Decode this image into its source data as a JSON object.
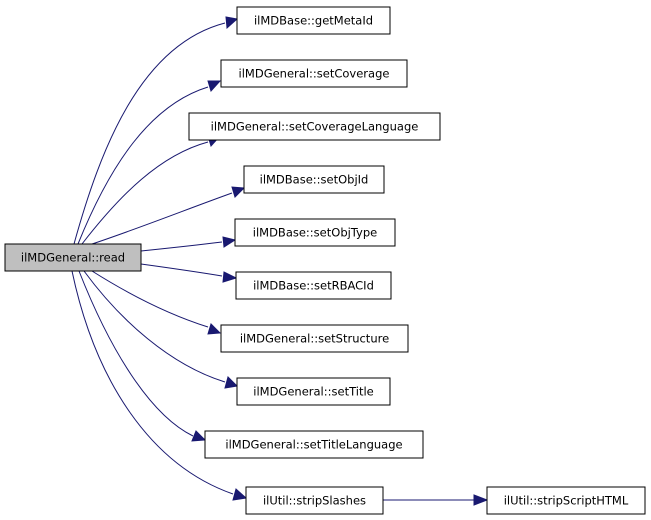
{
  "graph": {
    "edge_color": "#191970",
    "root_fill": "#bfbfbf",
    "node_fill": "#ffffff",
    "nodes": {
      "read": "ilMDGeneral::read",
      "get_meta_id": "ilMDBase::getMetaId",
      "set_coverage": "ilMDGeneral::setCoverage",
      "set_coverage_language": "ilMDGeneral::setCoverageLanguage",
      "set_obj_id": "ilMDBase::setObjId",
      "set_obj_type": "ilMDBase::setObjType",
      "set_rbac_id": "ilMDBase::setRBACId",
      "set_structure": "ilMDGeneral::setStructure",
      "set_title": "ilMDGeneral::setTitle",
      "set_title_language": "ilMDGeneral::setTitleLanguage",
      "strip_slashes": "ilUtil::stripSlashes",
      "strip_script_html": "ilUtil::stripScriptHTML"
    },
    "edges": [
      [
        "read",
        "get_meta_id"
      ],
      [
        "read",
        "set_coverage"
      ],
      [
        "read",
        "set_coverage_language"
      ],
      [
        "read",
        "set_obj_id"
      ],
      [
        "read",
        "set_obj_type"
      ],
      [
        "read",
        "set_rbac_id"
      ],
      [
        "read",
        "set_structure"
      ],
      [
        "read",
        "set_title"
      ],
      [
        "read",
        "set_title_language"
      ],
      [
        "read",
        "strip_slashes"
      ],
      [
        "strip_slashes",
        "strip_script_html"
      ]
    ]
  }
}
